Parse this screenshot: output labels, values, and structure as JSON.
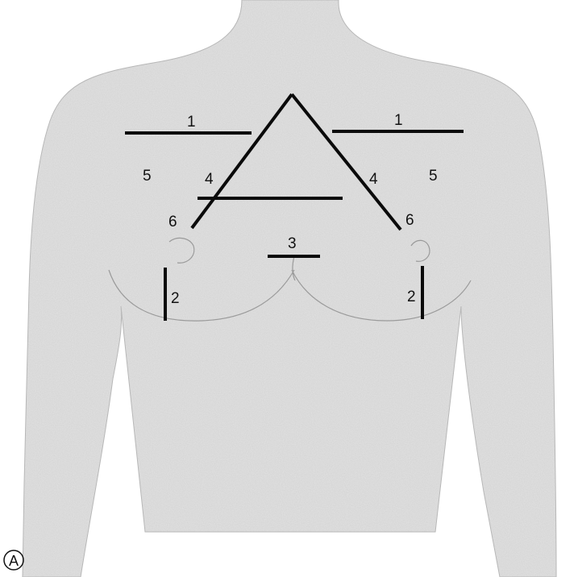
{
  "figure": {
    "panel_label": "A",
    "labels": {
      "1": "1",
      "2": "2",
      "3": "3",
      "4": "4",
      "5": "5",
      "6": "6"
    }
  },
  "colors": {
    "skin": "#e3e3e3",
    "line": "#0a0a0a",
    "text": "#111111"
  }
}
